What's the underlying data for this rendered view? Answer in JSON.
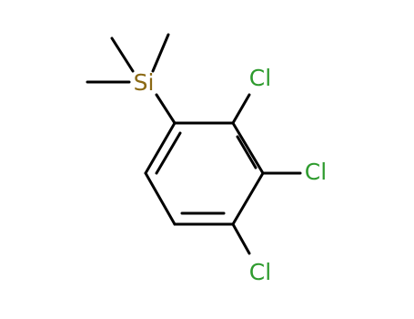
{
  "molecule": {
    "atoms": {
      "si": {
        "symbol": "Si",
        "color": "#8b6914"
      },
      "cl_2": {
        "symbol": "Cl",
        "color": "#2e9b2e"
      },
      "cl_3": {
        "symbol": "Cl",
        "color": "#2e9b2e"
      },
      "cl_4": {
        "symbol": "Cl",
        "color": "#2e9b2e"
      }
    },
    "bond_color": "#000000"
  }
}
